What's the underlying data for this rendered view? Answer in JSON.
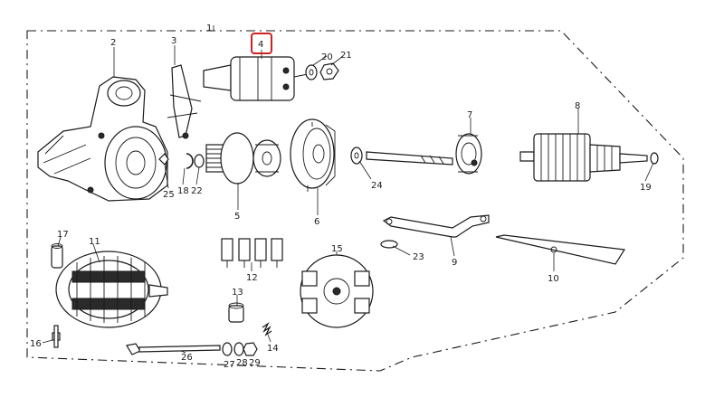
{
  "diagram": {
    "highlight_color": "#cc2222",
    "highlighted_part": "4",
    "callouts": [
      "1",
      "2",
      "3",
      "4",
      "20",
      "21",
      "7",
      "8",
      "5",
      "6",
      "18",
      "22",
      "24",
      "19",
      "25",
      "17",
      "11",
      "12",
      "15",
      "13",
      "9",
      "23",
      "10",
      "16",
      "26",
      "27",
      "28",
      "29",
      "14"
    ]
  }
}
